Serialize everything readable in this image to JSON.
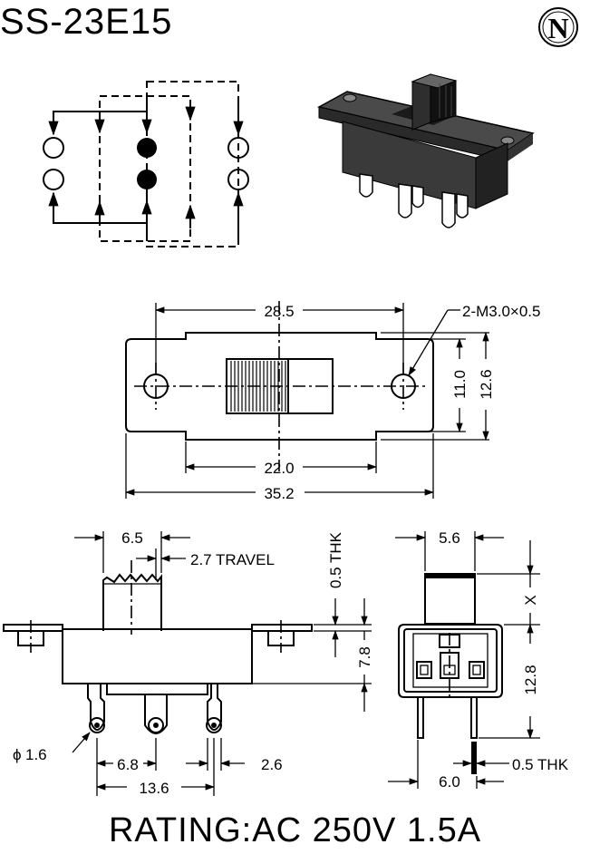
{
  "title": "SS-23E15",
  "rating": "RATING:AC 250V 1.5A",
  "brand_mark": "N",
  "top_view": {
    "width": "28.5",
    "hole_spec": "2-M3.0×0.5",
    "dim_11": "11.0",
    "dim_12_6": "12.6",
    "slot": "22.0",
    "total": "35.2"
  },
  "side_view": {
    "actuator": "6.5",
    "travel": "2.7 TRAVEL",
    "thk": "0.5 THK",
    "height": "7.8",
    "pin_dia": "1.6",
    "phi": "ϕ",
    "pitch": "6.8",
    "pin_width": "2.6",
    "span": "13.6"
  },
  "end_view": {
    "width": "5.6",
    "x": "X",
    "height": "12.8",
    "thk": "0.5 THK",
    "pin_span": "6.0"
  }
}
